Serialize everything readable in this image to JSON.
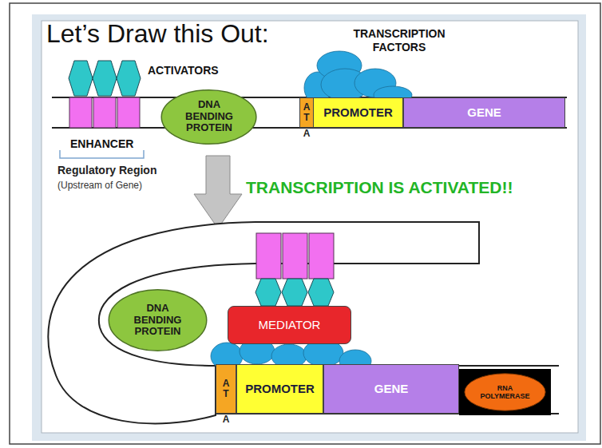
{
  "diagram": {
    "title": "Let’s Draw this Out:",
    "nodes": [
      {
        "text": [
          "DNA BENDING PROTEIN"
        ]
      },
      {
        "text": [
          "A T",
          "A"
        ]
      },
      {
        "text": [
          "PROMOTER"
        ]
      },
      {
        "text": [
          "GENE"
        ]
      },
      {
        "text": [
          "DNA BENDING PROTEIN"
        ]
      },
      {
        "text": [
          "MEDIATOR"
        ]
      },
      {
        "text": [
          "A T",
          "A"
        ]
      },
      {
        "text": [
          "PROMOTER"
        ]
      },
      {
        "text": [
          "GENE"
        ]
      },
      {
        "text": [
          "RNA POLYMERASE"
        ]
      }
    ],
    "labels": [
      "ACTIVATORS",
      "TRANSCRIPTION FACTORS",
      "ENHANCER",
      "Regulatory Region",
      "(Upstream of Gene)",
      "TRANSCRIPTION IS ACTIVATED!!"
    ]
  }
}
